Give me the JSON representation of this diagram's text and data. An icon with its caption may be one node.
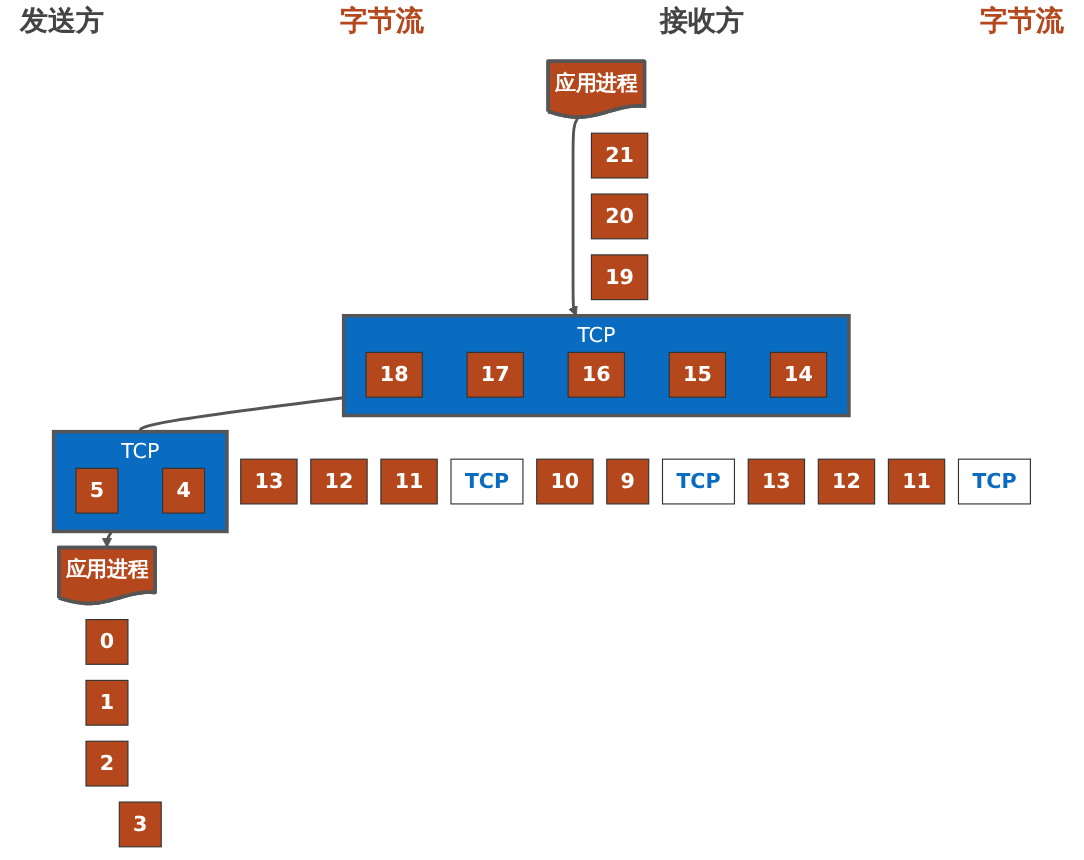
{
  "diagram": {
    "nodes": [
      {
        "text": [
          "应用进程"
        ]
      },
      {
        "text": [
          "21"
        ]
      },
      {
        "text": [
          "20"
        ]
      },
      {
        "text": [
          "19"
        ]
      },
      {
        "text": [
          "TCP"
        ]
      },
      {
        "text": [
          "18"
        ],
        "in": 4
      },
      {
        "text": [
          "17"
        ],
        "in": 4
      },
      {
        "text": [
          "16"
        ],
        "in": 4
      },
      {
        "text": [
          "15"
        ],
        "in": 4
      },
      {
        "text": [
          "14"
        ],
        "in": 4
      },
      {
        "text": [
          "13"
        ]
      },
      {
        "text": [
          "12"
        ]
      },
      {
        "text": [
          "11"
        ]
      },
      {
        "text": [
          "TCP"
        ]
      },
      {
        "text": [
          "10"
        ]
      },
      {
        "text": [
          "9"
        ]
      },
      {
        "text": [
          "TCP"
        ]
      },
      {
        "text": [
          "13"
        ]
      },
      {
        "text": [
          "12"
        ]
      },
      {
        "text": [
          "11"
        ]
      },
      {
        "text": [
          "TCP"
        ]
      },
      {
        "text": [
          "TCP"
        ]
      },
      {
        "text": [
          "5"
        ],
        "in": 21
      },
      {
        "text": [
          "4"
        ],
        "in": 21
      },
      {
        "text": [
          "0"
        ]
      },
      {
        "text": [
          "1"
        ]
      },
      {
        "text": [
          "2"
        ]
      },
      {
        "text": [
          "3"
        ]
      },
      {
        "text": [
          "应用进程"
        ]
      }
    ],
    "edges": [
      {
        "from": 0,
        "to": 4,
        "arrow": "to"
      },
      {
        "from": 4,
        "to": 21,
        "arrow": "none"
      },
      {
        "from": 21,
        "to": 28,
        "arrow": "to"
      }
    ],
    "labels": [
      "发送方",
      "字节流",
      "接收方",
      "字节流"
    ]
  }
}
